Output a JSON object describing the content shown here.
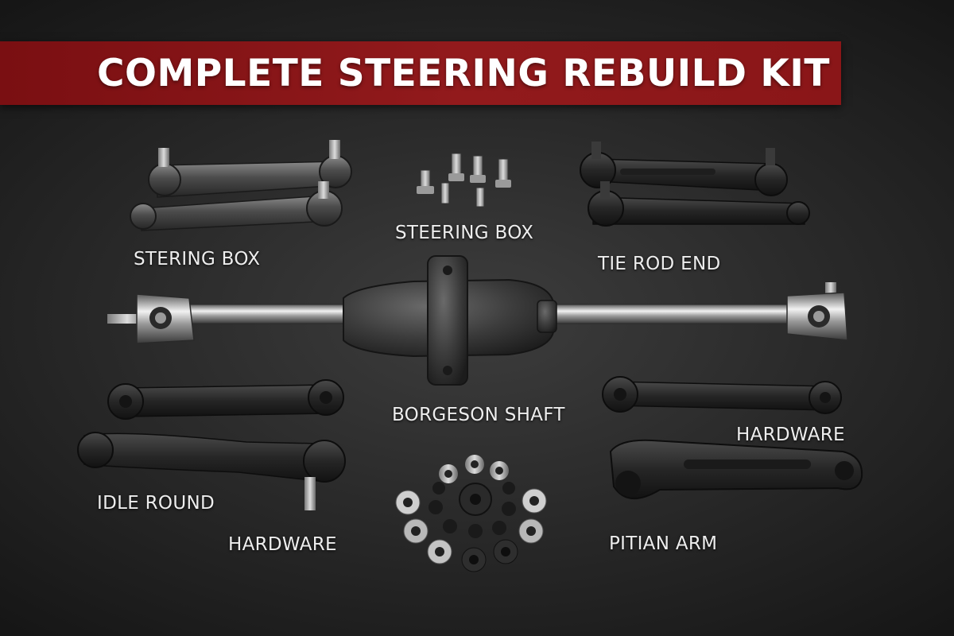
{
  "title": "COMPLETE STEERING REBUILD KIT",
  "labels": {
    "stering_box": "STERING BOX",
    "steering_box": "STEERING BOX",
    "tie_rod_end": "TIE ROD END",
    "borgeson_shaft": "BORGESON SHAFT",
    "hardware_right": "HARDWARE",
    "idle_round": "IDLE ROUND",
    "hardware_left": "HARDWARE",
    "pitian_arm": "PITIAN ARM"
  },
  "colors": {
    "banner": "#8a1618",
    "background": "#2b2b2b",
    "label_text": "#ededed"
  }
}
